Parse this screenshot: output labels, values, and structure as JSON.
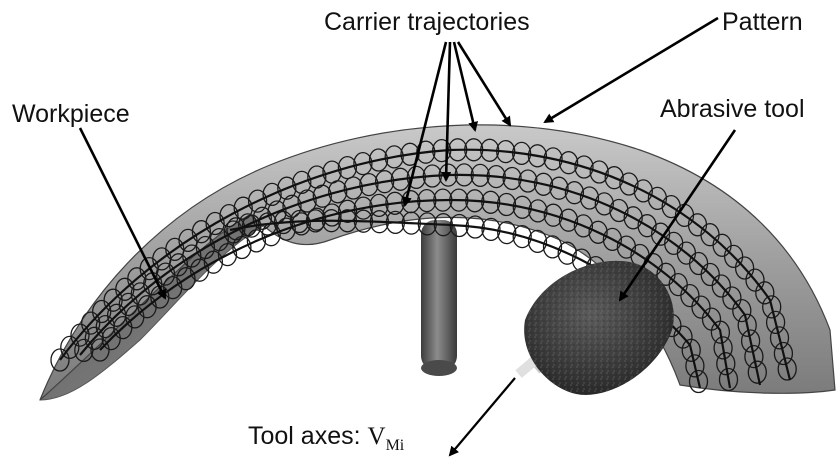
{
  "labels": {
    "carrier_trajectories": "Carrier trajectories",
    "pattern": "Pattern",
    "workpiece": "Workpiece",
    "abrasive_tool": "Abrasive tool",
    "tool_axes_prefix": "Tool axes: ",
    "tool_axes_symbol": "V",
    "tool_axes_subscript": "Mi"
  },
  "colors": {
    "background": "#ffffff",
    "surface_light": "#b7b7b7",
    "surface_dark": "#6a6a6a",
    "loops": "#1a1a1a",
    "arrow": "#000000"
  }
}
